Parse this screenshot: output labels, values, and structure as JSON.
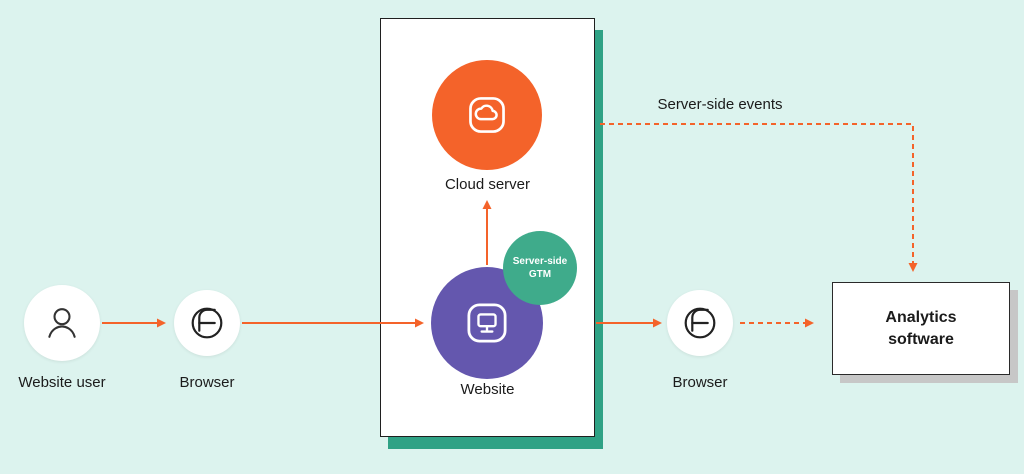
{
  "diagram": {
    "background": "#DCF3EE",
    "colors": {
      "orange": "#F4632A",
      "purple": "#6457AE",
      "teal": "#3FAB8B",
      "teal_shadow": "#2FA285",
      "gray_shadow": "#C7C7C7"
    },
    "nodes": {
      "website_user": {
        "label": "Website user"
      },
      "browser_left": {
        "label": "Browser"
      },
      "cloud_server": {
        "label": "Cloud server"
      },
      "website": {
        "label": "Website"
      },
      "gtm_badge": {
        "line1": "Server-side",
        "line2": "GTM"
      },
      "browser_right": {
        "label": "Browser"
      },
      "analytics": {
        "line1": "Analytics",
        "line2": "software"
      }
    },
    "edges": {
      "server_side_events_label": "Server-side events"
    }
  }
}
